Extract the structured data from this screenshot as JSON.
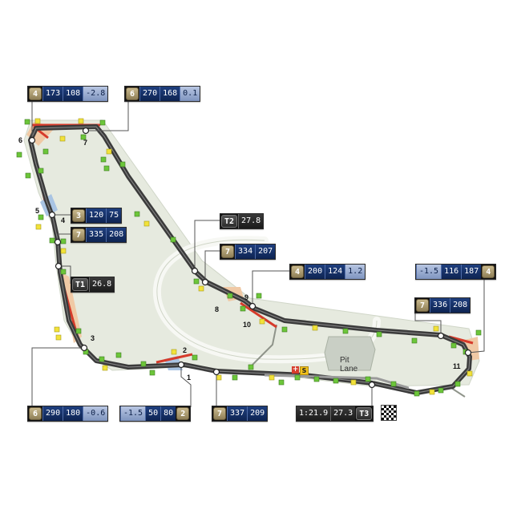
{
  "colors": {
    "ground": "#e8ece2",
    "track": "#3b3b3b",
    "kerb": "#d63b2b",
    "runoff": "#f0c9a5",
    "gravel": "#a9c4e3",
    "marker_green": "#6cc63a",
    "marker_yellow": "#f2e23a"
  },
  "corner_numbers": [
    "1",
    "2",
    "3",
    "4",
    "5",
    "6",
    "7",
    "8",
    "9",
    "10",
    "11"
  ],
  "pit_lane": {
    "line1": "Pit",
    "line2": "Lane"
  },
  "pit_icons": {
    "s": "S"
  },
  "finish_icon": "checkered-flag-icon",
  "boxes": {
    "b6": {
      "gear": "4",
      "speed": "173",
      "mid": "108",
      "lat": "-2.8"
    },
    "b7": {
      "gear": "6",
      "speed": "270",
      "mid": "168",
      "lat": "0.1"
    },
    "b4": {
      "gear": "3",
      "speed": "120",
      "mid": "75"
    },
    "b4b": {
      "gear": "7",
      "speed": "335",
      "mid": "208"
    },
    "t1": {
      "sector": "T1",
      "time": "26.8"
    },
    "t2": {
      "sector": "T2",
      "time": "27.8"
    },
    "b8": {
      "gear": "7",
      "speed": "334",
      "mid": "207"
    },
    "b9": {
      "gear": "4",
      "speed": "200",
      "mid": "124",
      "lat": "1.2"
    },
    "b11a": {
      "lat": "-1.5",
      "speed": "116",
      "mid": "187",
      "gear": "4"
    },
    "b11b": {
      "gear": "7",
      "speed": "336",
      "mid": "208"
    },
    "b3": {
      "gear": "6",
      "speed": "290",
      "mid": "180",
      "lat": "-0.6"
    },
    "b1": {
      "lat": "-1.5",
      "speed": "50",
      "mid": "80",
      "gear": "2"
    },
    "bs": {
      "gear": "7",
      "speed": "337",
      "mid": "209"
    },
    "lap": {
      "lap": "1:21.9",
      "time": "27.3",
      "sector": "T3"
    }
  }
}
